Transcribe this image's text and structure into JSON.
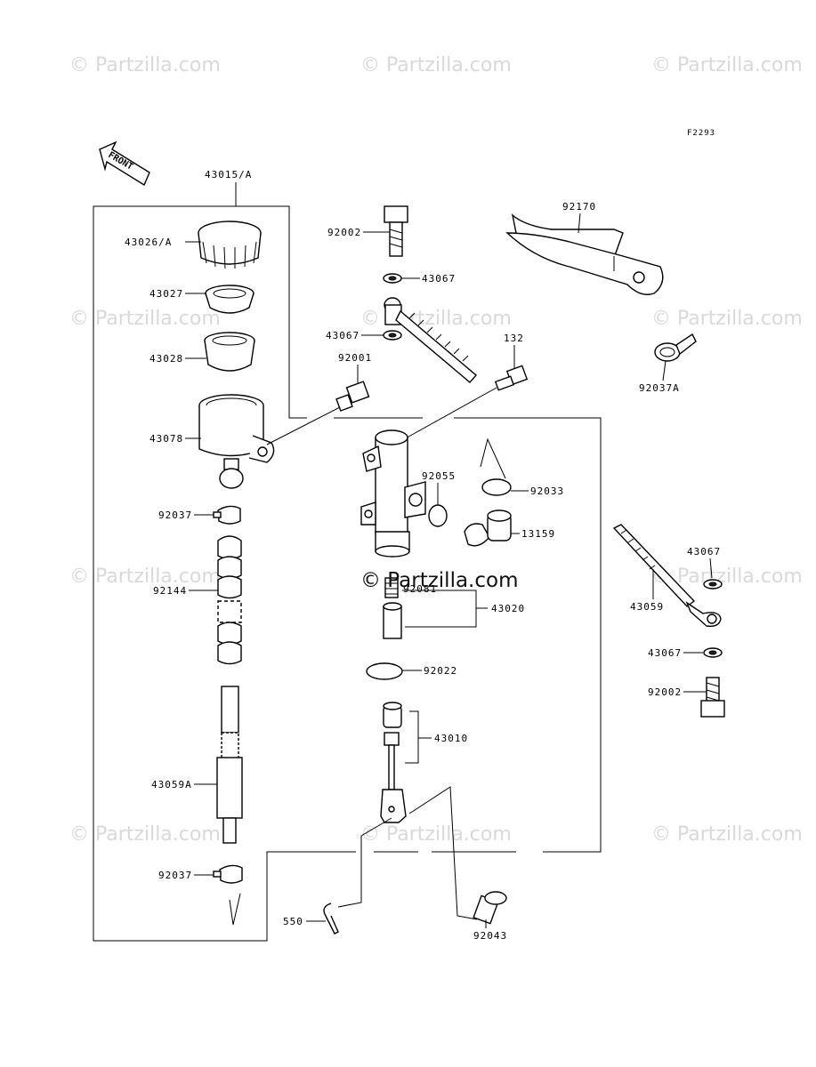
{
  "watermarks": {
    "text": "© Partzilla.com",
    "center_text": "© Partzilla.com"
  },
  "figure_code": "F2293",
  "front_label": "FRONT",
  "labels": {
    "p43015A": "43015/A",
    "p43026A": "43026/A",
    "p43027": "43027",
    "p43028": "43028",
    "p43078": "43078",
    "p92037_top": "92037",
    "p92144": "92144",
    "p43059A": "43059A",
    "p92037_bottom": "92037",
    "p550": "550",
    "p92002_top": "92002",
    "p43067_a": "43067",
    "p43067_b": "43067",
    "p92001": "92001",
    "p132": "132",
    "p92055": "92055",
    "p92033": "92033",
    "p13159": "13159",
    "p92081": "92081",
    "p43020": "43020",
    "p92022": "92022",
    "p43010": "43010",
    "p92043": "92043",
    "p92170": "92170",
    "p92037A": "92037A",
    "p43067_c": "43067",
    "p43059": "43059",
    "p43067_d": "43067",
    "p92002_bottom": "92002"
  }
}
